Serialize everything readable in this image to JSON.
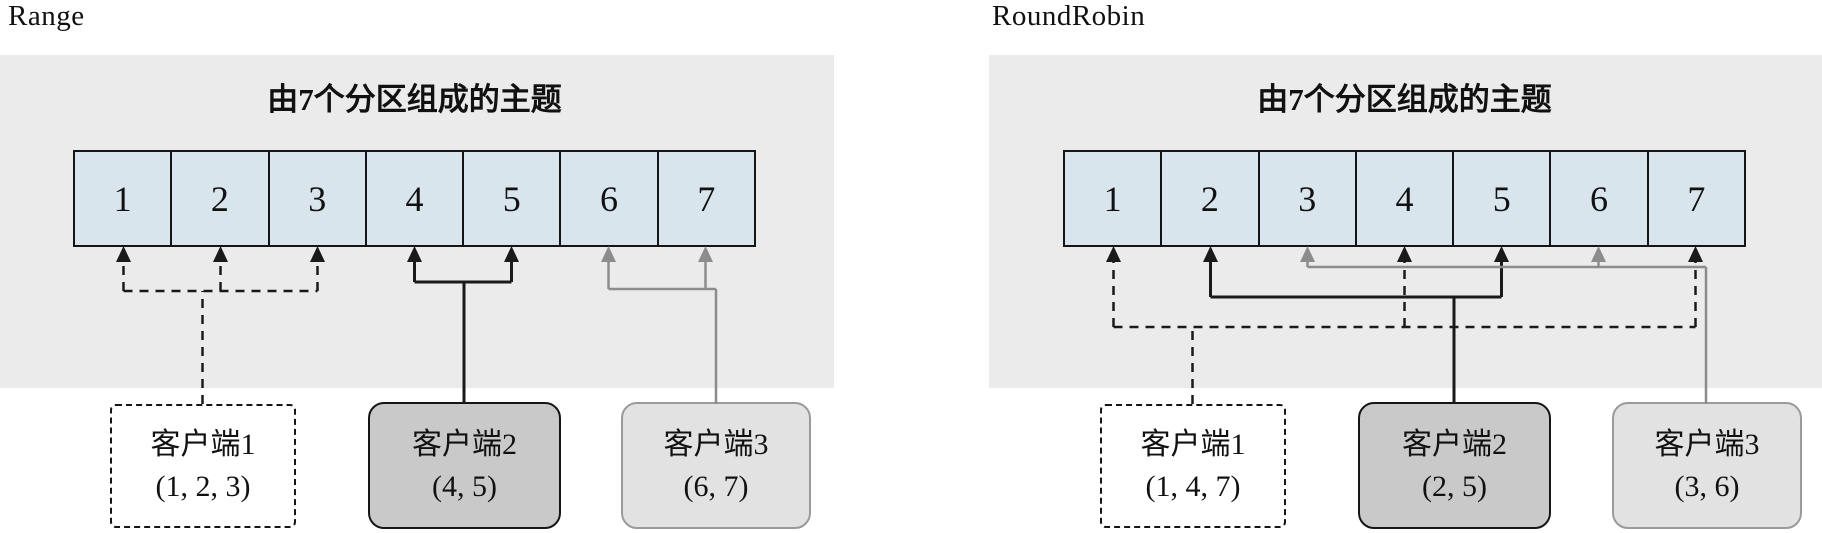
{
  "diagrams": [
    {
      "label": "Range",
      "topic_title": "由7个分区组成的主题",
      "partitions": [
        "1",
        "2",
        "3",
        "4",
        "5",
        "6",
        "7"
      ],
      "clients": [
        {
          "name": "客户端1",
          "assignment": "(1, 2, 3)",
          "variant": "dashed-outline",
          "arrow_style": "dashed-black",
          "assigned_partitions": [
            1,
            2,
            3
          ]
        },
        {
          "name": "客户端2",
          "assignment": "(4, 5)",
          "variant": "dark-gray",
          "arrow_style": "solid-black",
          "assigned_partitions": [
            4,
            5
          ]
        },
        {
          "name": "客户端3",
          "assignment": "(6, 7)",
          "variant": "light-gray",
          "arrow_style": "solid-gray",
          "assigned_partitions": [
            6,
            7
          ]
        }
      ]
    },
    {
      "label": "RoundRobin",
      "topic_title": "由7个分区组成的主题",
      "partitions": [
        "1",
        "2",
        "3",
        "4",
        "5",
        "6",
        "7"
      ],
      "clients": [
        {
          "name": "客户端1",
          "assignment": "(1, 4, 7)",
          "variant": "dashed-outline",
          "arrow_style": "dashed-black",
          "assigned_partitions": [
            1,
            4,
            7
          ]
        },
        {
          "name": "客户端2",
          "assignment": "(2, 5)",
          "variant": "dark-gray",
          "arrow_style": "solid-black",
          "assigned_partitions": [
            2,
            5
          ]
        },
        {
          "name": "客户端3",
          "assignment": "(3, 6)",
          "variant": "light-gray",
          "arrow_style": "solid-gray",
          "assigned_partitions": [
            3,
            6
          ]
        }
      ]
    }
  ],
  "colors": {
    "panel-bg": "#ebebeb",
    "partition-fill": "#d9e5ed",
    "line-black": "#1a1a1a",
    "line-gray": "#8c8c8c",
    "client2-fill": "#c9c9c9",
    "client3-fill": "#e2e2e2"
  }
}
